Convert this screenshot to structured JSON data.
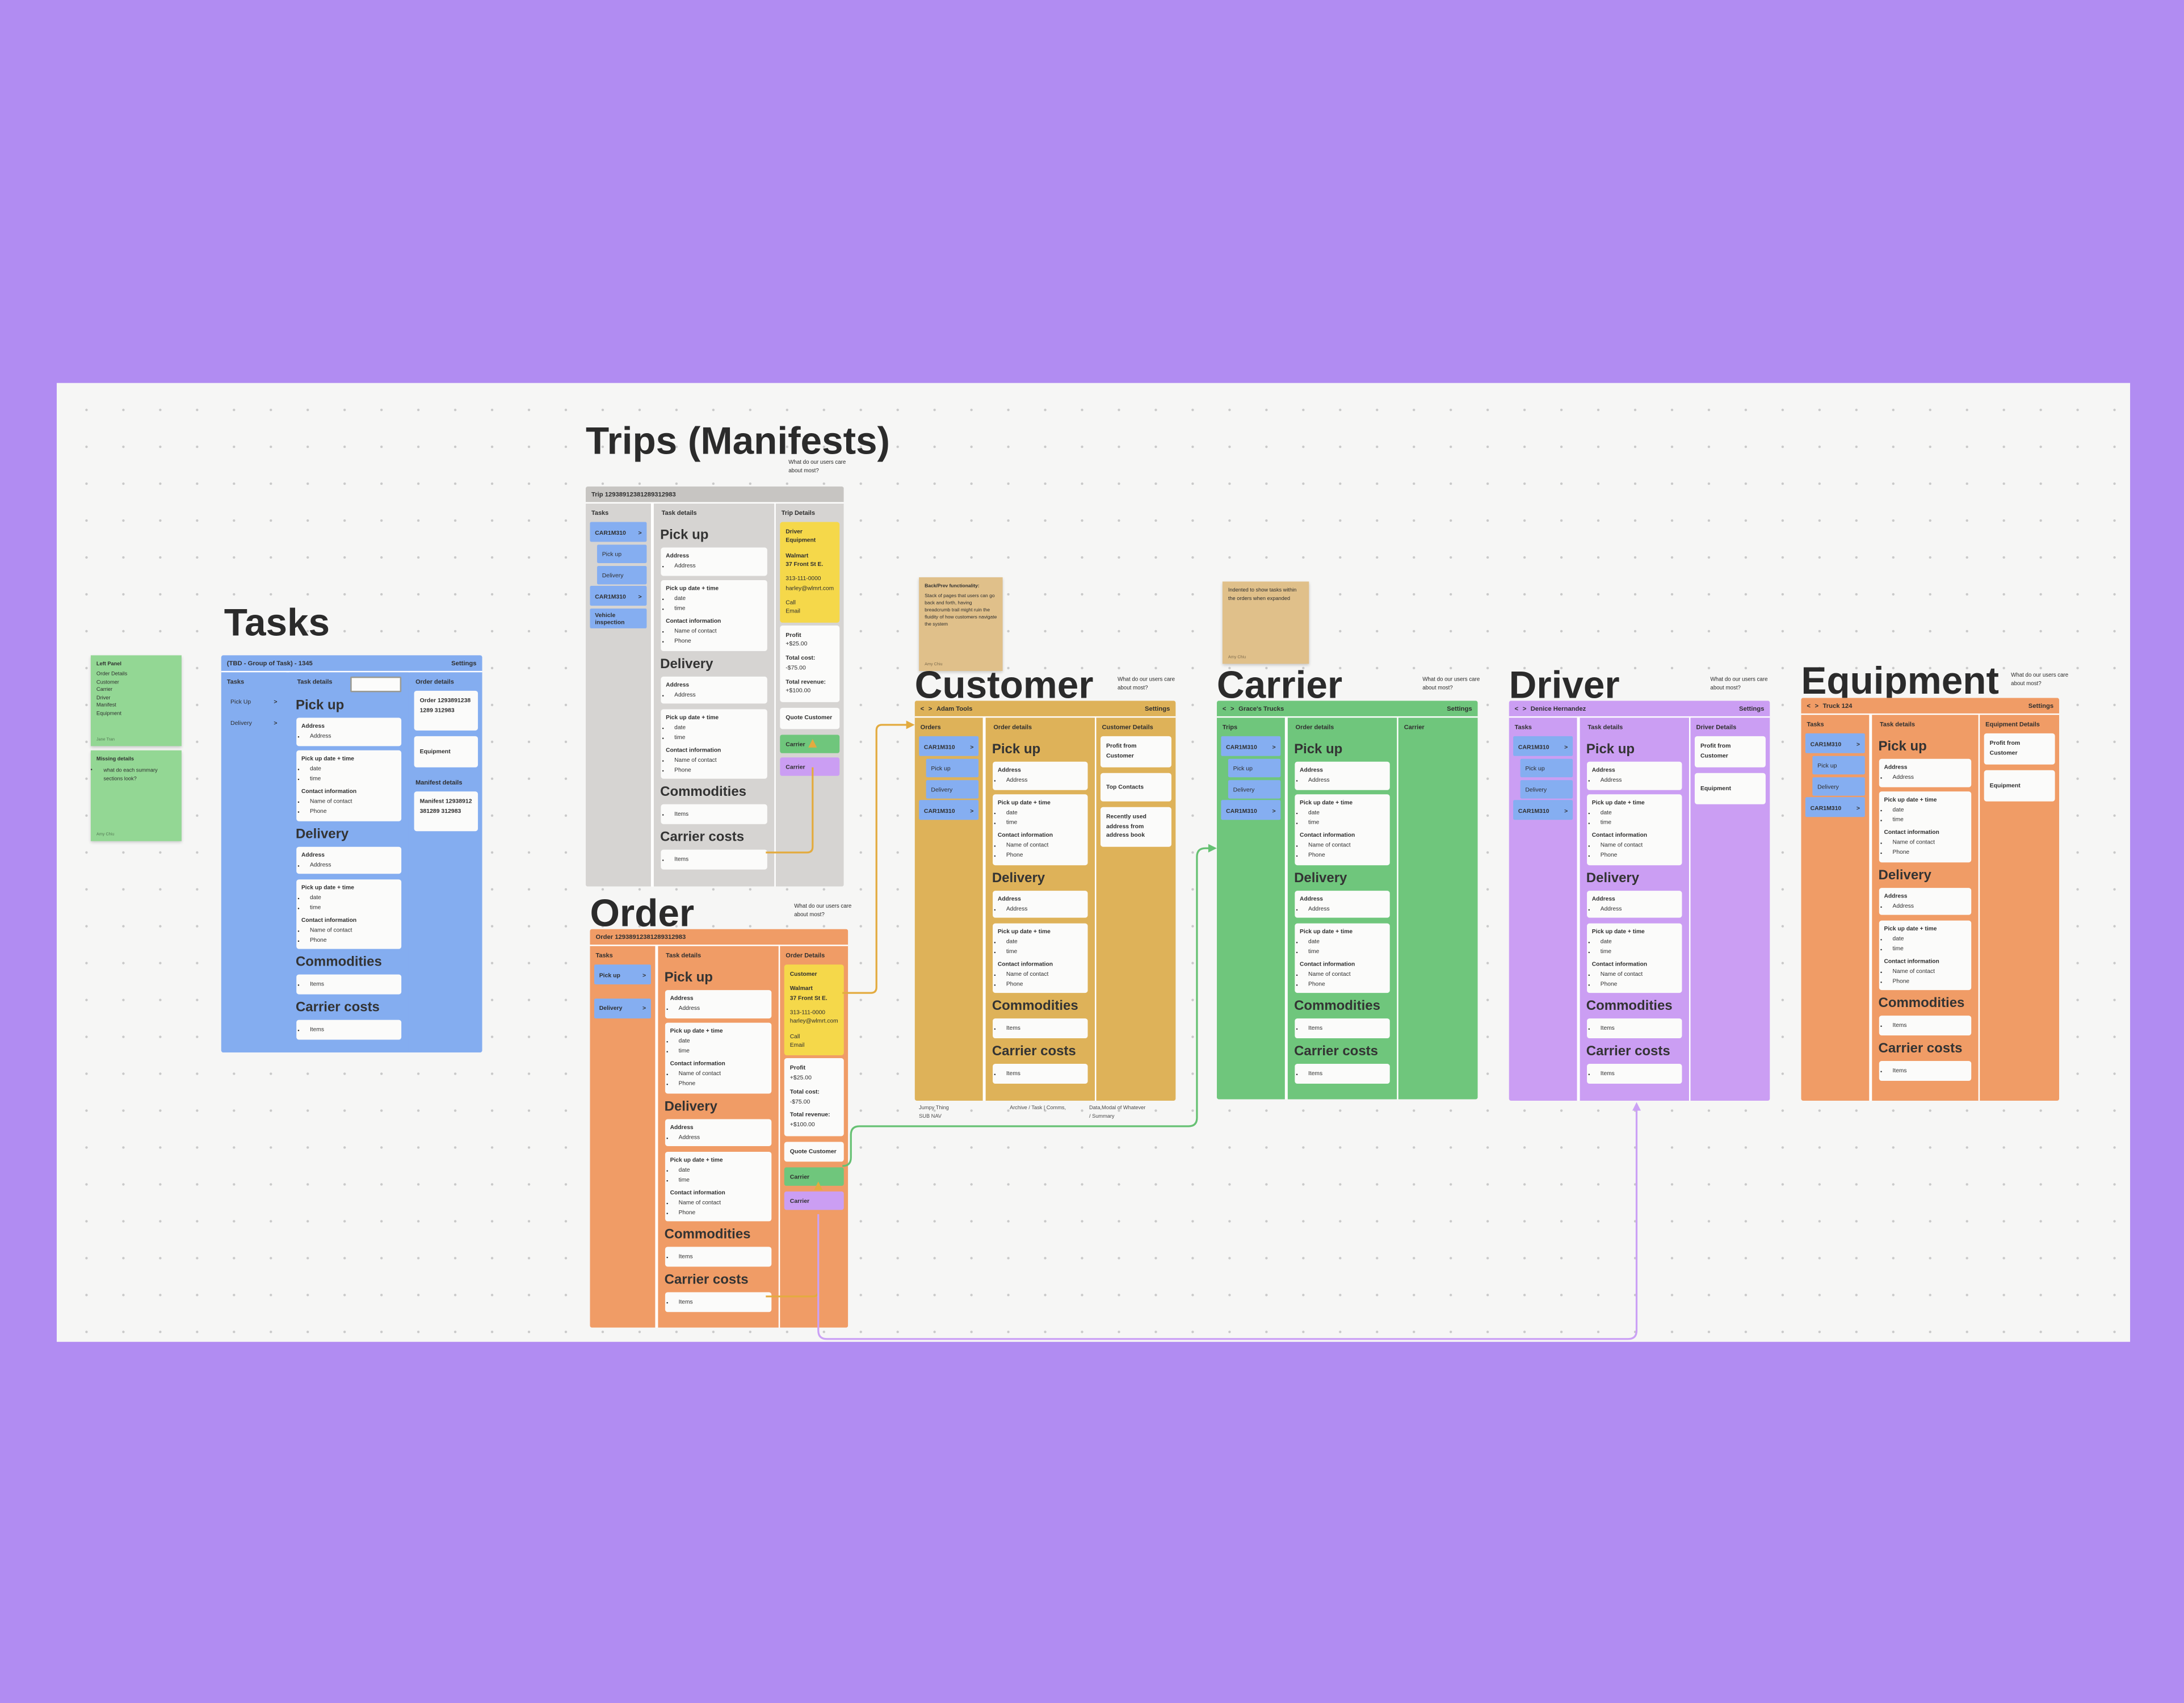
{
  "c": {
    "pick_up": "Pick up",
    "delivery": "Delivery",
    "commodities": "Commodities",
    "carrier_costs": "Carrier costs",
    "address": "Address",
    "pud": "Pick up date + time",
    "date": "date",
    "time": "time",
    "contact": "Contact information",
    "name_of_contact": "Name of contact",
    "phone": "Phone",
    "items": "Items",
    "settings": "Settings",
    "chev": ">",
    "back": "<",
    "fwd": ">",
    "car": "CAR1M310",
    "what": "What do our users care about most?"
  },
  "titles": {
    "tasks": "Tasks",
    "trips": "Trips (Manifests)",
    "order": "Order",
    "customer": "Customer",
    "carrier": "Carrier",
    "driver": "Driver",
    "equipment": "Equipment"
  },
  "stickies": {
    "left_panel": {
      "title": "Left Panel",
      "lines": [
        "Order Details",
        "Customer",
        "Carrier",
        "Driver",
        "Manifest",
        "Equipment"
      ],
      "author": "Jane Tran"
    },
    "missing_details": {
      "title": "Missing details",
      "bullet": "what do each summary sections look?",
      "author": "Amy Chiu"
    },
    "back_prev": {
      "title": "Back/Prev functionality:",
      "body": "Stack of pages that users can go back and forth, having breadcrumb trail might ruin the fluidity of how customers navigate the system",
      "author": "Amy Chiu"
    },
    "indented": {
      "body": "Indented to show tasks within the orders when expanded",
      "author": "Amy Chiu"
    }
  },
  "profit_card": {
    "profit_label": "Profit",
    "profit_value": "+$25.00",
    "cost_label": "Total cost:",
    "cost_value": "-$75.00",
    "revenue_label": "Total revenue:",
    "revenue_value": "+$100.00"
  },
  "contact_block": {
    "company": "Walmart",
    "street": "37 Front St E.",
    "phone": "313-111-0000",
    "email": "harley@wlmrt.com",
    "call": "Call",
    "email_label": "Email"
  },
  "panels": {
    "tasks": {
      "header_title": "(TBD - Group of Task) - 1345",
      "nav_header": "Tasks",
      "nav_pickup": "Pick Up",
      "nav_delivery": "Delivery",
      "mid_label": "Task details",
      "input_value": "",
      "right": {
        "order_details": "Order details",
        "order_card": "Order 12938912381289 312983",
        "equipment_card": "Equipment",
        "manifest_details": "Manifest details",
        "manifest_card": "Manifest 12938912381289 312983"
      }
    },
    "trips": {
      "header_title": "Trip 12938912381289312983",
      "nav_header": "Tasks",
      "nav_extra": "Vehicle inspection",
      "mid_label": "Task details",
      "right_label": "Trip Details",
      "ycard_line1": "Driver",
      "ycard_line2": "Equipment",
      "quote": "Quote Customer",
      "carrier_green": "Carrier",
      "carrier_purple": "Carrier"
    },
    "order": {
      "header_title": "Order 12938912381289312983",
      "nav_header": "Tasks",
      "nav_pickup": "Pick up",
      "nav_delivery": "Delivery",
      "mid_label": "Task details",
      "right_label": "Order Details",
      "ycard_line1": "Customer",
      "quote": "Quote Customer",
      "carrier_green": "Carrier",
      "carrier_purple": "Carrier"
    },
    "customer": {
      "header_title": "Adam Tools",
      "nav_header": "Orders",
      "mid_label": "Order details",
      "right_label": "Customer Details",
      "cards": [
        "Profit from Customer",
        "Top Contacts",
        "Recently used address from address book"
      ]
    },
    "carrier": {
      "header_title": "Grace's Trucks",
      "nav_header": "Trips",
      "mid_label": "Order details",
      "right_label": "Carrier"
    },
    "driver": {
      "header_title": "Denice Hernandez",
      "nav_header": "Tasks",
      "mid_label": "Task details",
      "right_label": "Driver Details",
      "cards": [
        "Profit from Customer",
        "Equipment"
      ]
    },
    "equipment": {
      "header_title": "Truck 124",
      "nav_header": "Tasks",
      "mid_label": "Task details",
      "right_label": "Equipment Details",
      "cards": [
        "Profit from Customer",
        "Equipment"
      ]
    }
  },
  "footnotes": {
    "block1_line1": "Jumpy Thing",
    "block1_line2": "SUB NAV",
    "block2": "Archive / Task | Comms,",
    "block3_line1": "Data,Modal of Whatever",
    "block3_line2": "/ Summary"
  },
  "colors": {
    "page_bg": "#b18cf2",
    "canvas_bg": "#f6f6f5",
    "blue": "#84adf0",
    "gray": "#d6d4d2",
    "orange": "#f09c66",
    "gold": "#deb259",
    "green": "#6fc67c",
    "purple": "#cb9ef3",
    "yellow_card": "#f5d84a",
    "sticky_green": "#93d794",
    "sticky_tan": "#e0c08a",
    "wire_gold": "#e3ab3f",
    "wire_green": "#66c173",
    "wire_purple": "#cba1f5"
  }
}
